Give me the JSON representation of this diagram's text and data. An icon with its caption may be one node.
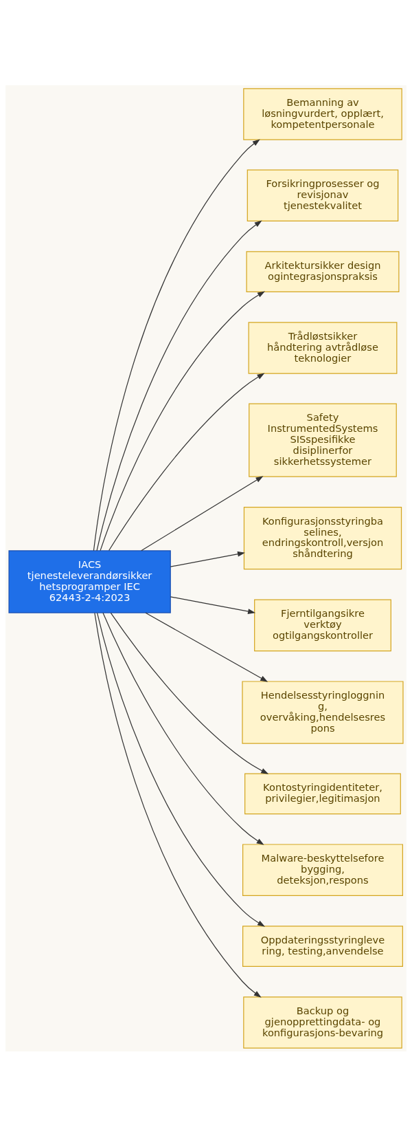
{
  "diagram": {
    "nodes": [
      {
        "text": [
          "IACS tjenesteleverandørsikker hetsprogramper IEC 62443-2-4:2023"
        ]
      },
      {
        "text": [
          "Bemanning av løsningvurdert, opplært, kompetentpersonale"
        ]
      },
      {
        "text": [
          "Forsikringprosesser og revisjonav tjenestekvalitet"
        ]
      },
      {
        "text": [
          "Arkitektursikker design ogintegrasjonspraksis"
        ]
      },
      {
        "text": [
          "Trådløstsikker håndtering avtrådløse teknologier"
        ]
      },
      {
        "text": [
          "Safety InstrumentedSystems SISspesifikke disiplinerfor sikkerhetssystemer"
        ]
      },
      {
        "text": [
          "Konfigurasjonsstyringba selines, endringskontroll,versjon shåndtering"
        ]
      },
      {
        "text": [
          "Fjerntilgangsikre verktøy ogtilgangskontroller"
        ]
      },
      {
        "text": [
          "Hendelsesstyringloggnin g, overvåking,hendelsesres pons"
        ]
      },
      {
        "text": [
          "Kontostyringidentiteter, privilegier,legitimasjon"
        ]
      },
      {
        "text": [
          "Malware-beskyttelsefore bygging, deteksjon,respons"
        ]
      },
      {
        "text": [
          "Oppdateringsstyringleve ring, testing,anvendelse"
        ]
      },
      {
        "text": [
          "Backup og gjenopprettingdata- og konfigurasjons-bevaring"
        ]
      }
    ],
    "edges": [
      {
        "from": 0,
        "to": 1,
        "arrow": "to"
      },
      {
        "from": 0,
        "to": 2,
        "arrow": "to"
      },
      {
        "from": 0,
        "to": 3,
        "arrow": "to"
      },
      {
        "from": 0,
        "to": 4,
        "arrow": "to"
      },
      {
        "from": 0,
        "to": 5,
        "arrow": "to"
      },
      {
        "from": 0,
        "to": 6,
        "arrow": "to"
      },
      {
        "from": 0,
        "to": 7,
        "arrow": "to"
      },
      {
        "from": 0,
        "to": 8,
        "arrow": "to"
      },
      {
        "from": 0,
        "to": 9,
        "arrow": "to"
      },
      {
        "from": 0,
        "to": 10,
        "arrow": "to"
      },
      {
        "from": 0,
        "to": 11,
        "arrow": "to"
      },
      {
        "from": 0,
        "to": 12,
        "arrow": "to"
      }
    ]
  }
}
